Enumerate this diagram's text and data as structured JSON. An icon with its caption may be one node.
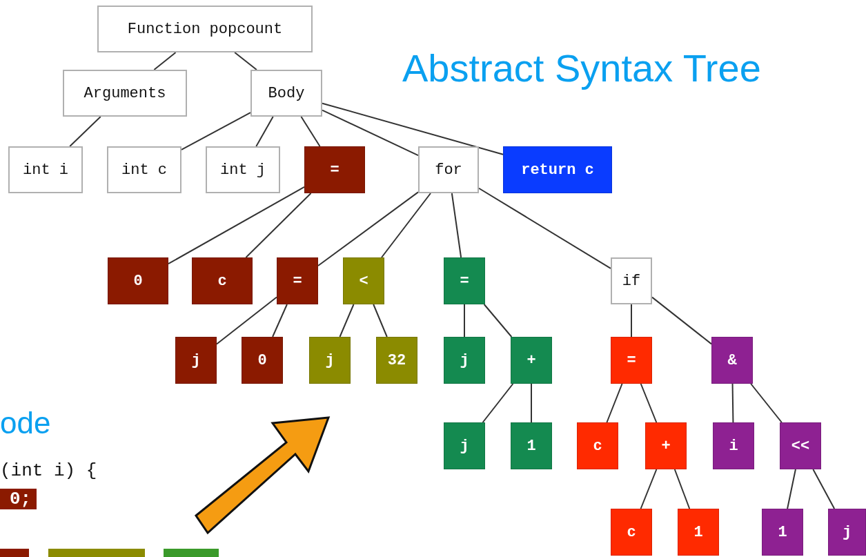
{
  "diagram": {
    "title": "Abstract Syntax Tree",
    "nodes": [
      {
        "text": [
          "Function popcount"
        ]
      },
      {
        "text": [
          "Arguments"
        ]
      },
      {
        "text": [
          "Body"
        ]
      },
      {
        "text": [
          "int i"
        ]
      },
      {
        "text": [
          "int c"
        ]
      },
      {
        "text": [
          "int j"
        ]
      },
      {
        "text": [
          "="
        ]
      },
      {
        "text": [
          "for"
        ]
      },
      {
        "text": [
          "return c"
        ]
      },
      {
        "text": [
          "0"
        ]
      },
      {
        "text": [
          "c"
        ]
      },
      {
        "text": [
          "="
        ]
      },
      {
        "text": [
          "<"
        ]
      },
      {
        "text": [
          "="
        ]
      },
      {
        "text": [
          "if"
        ]
      },
      {
        "text": [
          "j"
        ]
      },
      {
        "text": [
          "0"
        ]
      },
      {
        "text": [
          "j"
        ]
      },
      {
        "text": [
          "32"
        ]
      },
      {
        "text": [
          "j"
        ]
      },
      {
        "text": [
          "+"
        ]
      },
      {
        "text": [
          "="
        ]
      },
      {
        "text": [
          "&"
        ]
      },
      {
        "text": [
          "j"
        ]
      },
      {
        "text": [
          "1"
        ]
      },
      {
        "text": [
          "c"
        ]
      },
      {
        "text": [
          "+"
        ]
      },
      {
        "text": [
          "i"
        ]
      },
      {
        "text": [
          "<<"
        ]
      },
      {
        "text": [
          "c"
        ]
      },
      {
        "text": [
          "1"
        ]
      },
      {
        "text": [
          "1"
        ]
      },
      {
        "text": [
          "j"
        ]
      }
    ],
    "edges": [
      {
        "from": 0,
        "to": 1,
        "arrow": "none"
      },
      {
        "from": 0,
        "to": 2,
        "arrow": "none"
      },
      {
        "from": 1,
        "to": 3,
        "arrow": "none"
      },
      {
        "from": 2,
        "to": 4,
        "arrow": "none"
      },
      {
        "from": 2,
        "to": 5,
        "arrow": "none"
      },
      {
        "from": 2,
        "to": 6,
        "arrow": "none"
      },
      {
        "from": 2,
        "to": 7,
        "arrow": "none"
      },
      {
        "from": 2,
        "to": 8,
        "arrow": "none"
      },
      {
        "from": 6,
        "to": 9,
        "arrow": "none"
      },
      {
        "from": 6,
        "to": 10,
        "arrow": "none"
      },
      {
        "from": 7,
        "to": 11,
        "arrow": "none"
      },
      {
        "from": 7,
        "to": 12,
        "arrow": "none"
      },
      {
        "from": 7,
        "to": 13,
        "arrow": "none"
      },
      {
        "from": 7,
        "to": 14,
        "arrow": "none"
      },
      {
        "from": 11,
        "to": 15,
        "arrow": "none"
      },
      {
        "from": 11,
        "to": 16,
        "arrow": "none"
      },
      {
        "from": 12,
        "to": 17,
        "arrow": "none"
      },
      {
        "from": 12,
        "to": 18,
        "arrow": "none"
      },
      {
        "from": 13,
        "to": 19,
        "arrow": "none"
      },
      {
        "from": 13,
        "to": 20,
        "arrow": "none"
      },
      {
        "from": 20,
        "to": 23,
        "arrow": "none"
      },
      {
        "from": 20,
        "to": 24,
        "arrow": "none"
      },
      {
        "from": 14,
        "to": 21,
        "arrow": "none"
      },
      {
        "from": 14,
        "to": 22,
        "arrow": "none"
      },
      {
        "from": 21,
        "to": 25,
        "arrow": "none"
      },
      {
        "from": 21,
        "to": 26,
        "arrow": "none"
      },
      {
        "from": 26,
        "to": 29,
        "arrow": "none"
      },
      {
        "from": 26,
        "to": 30,
        "arrow": "none"
      },
      {
        "from": 22,
        "to": 27,
        "arrow": "none"
      },
      {
        "from": 22,
        "to": 28,
        "arrow": "none"
      },
      {
        "from": 28,
        "to": 31,
        "arrow": "none"
      },
      {
        "from": 28,
        "to": 32,
        "arrow": "none"
      }
    ],
    "labels": [
      "ode",
      "(int i) {",
      "0;"
    ]
  }
}
